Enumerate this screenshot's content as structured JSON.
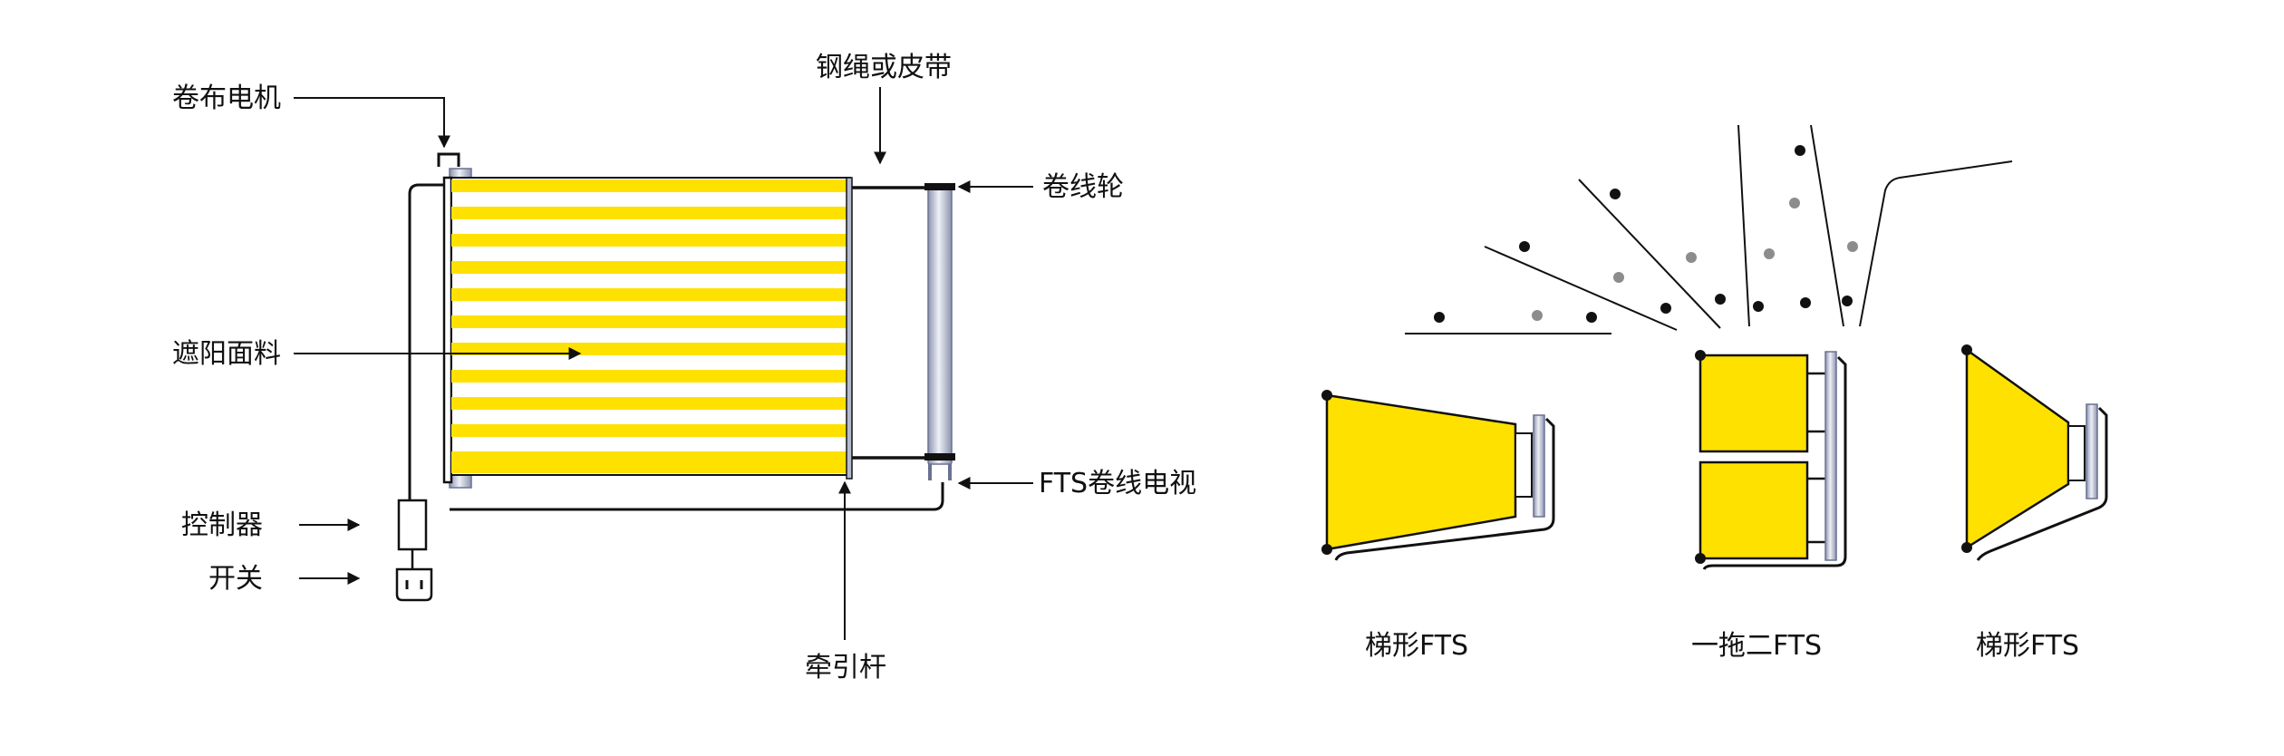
{
  "labels": {
    "roller_motor": "卷布电机",
    "steel_rope": "钢绳或皮带",
    "reel": "卷线轮",
    "shade_fabric": "遮阳面料",
    "fts_reel_tv": "FTS卷线电视",
    "controller": "控制器",
    "switch": "开关",
    "pull_rod": "牵引杆"
  },
  "captions": {
    "trapezoid_left": "梯形FTS",
    "one_to_two": "一拖二FTS",
    "trapezoid_right": "梯形FTS"
  },
  "colors": {
    "fabric_yellow": "#FFE100",
    "line": "#111111",
    "tube_light": "#dfe3ef",
    "tube_dark": "#8b92ad",
    "dot_black": "#111111",
    "dot_gray": "#8c8c8c"
  }
}
